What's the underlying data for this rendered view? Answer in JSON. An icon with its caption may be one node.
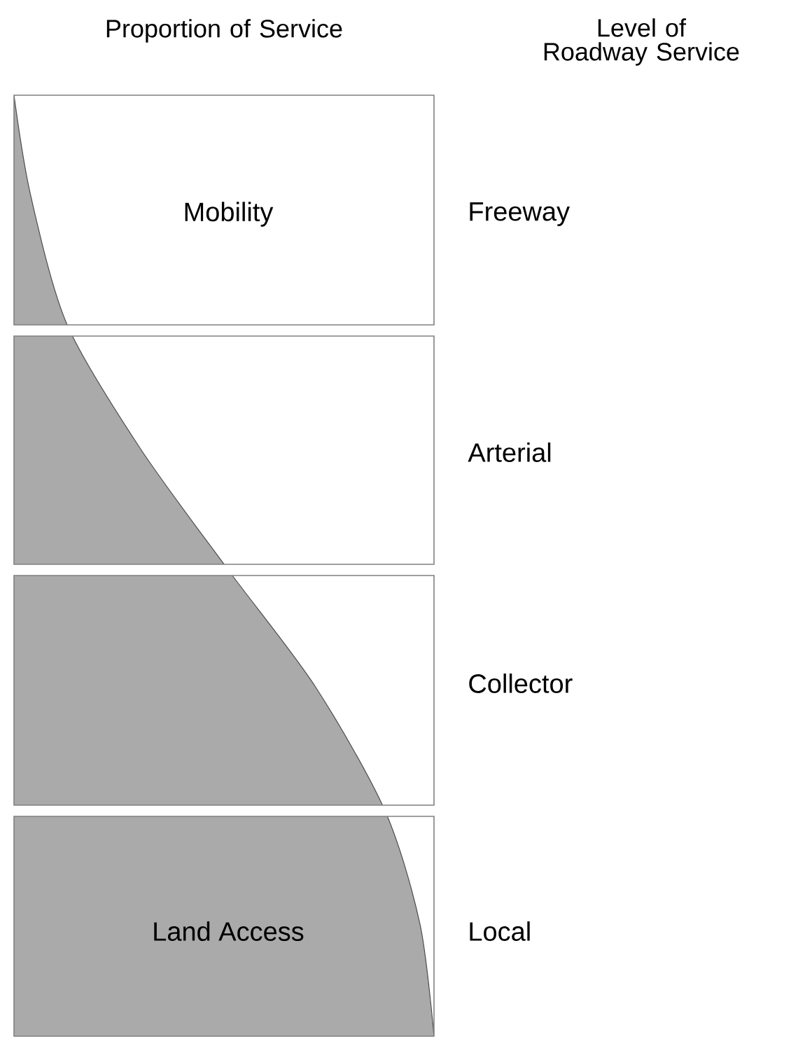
{
  "diagram": {
    "nodes": [
      {
        "text": [
          "Mobility"
        ],
        "beside": [
          "Freeway"
        ]
      },
      {
        "text": [],
        "shape": "box",
        "beside": [
          "Arterial"
        ]
      },
      {
        "text": [],
        "shape": "box",
        "beside": [
          "Collector"
        ]
      },
      {
        "text": [
          "Land Access"
        ],
        "beside": [
          "Local"
        ]
      }
    ],
    "labels": [
      "Proportion of Service",
      "Level of Roadway Service"
    ]
  }
}
